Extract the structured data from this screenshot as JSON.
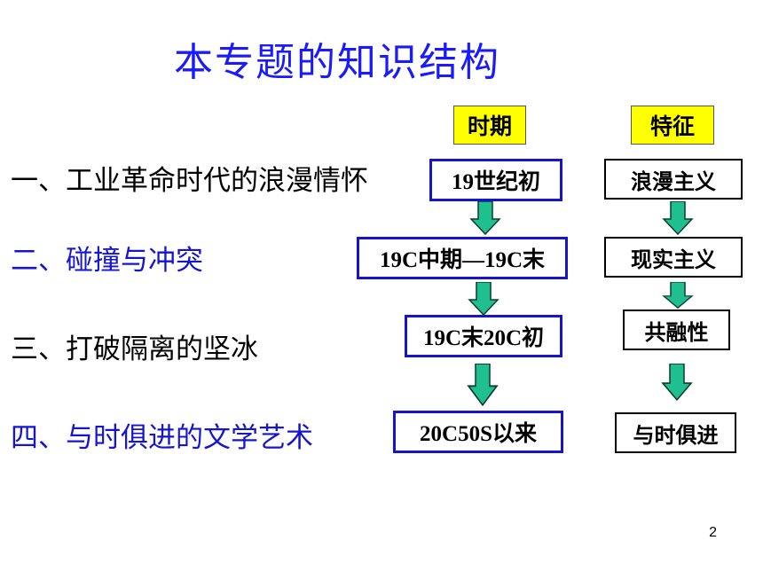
{
  "title": "本专题的知识结构",
  "headers": {
    "period": "时期",
    "feature": "特征"
  },
  "topics": [
    {
      "text": "一、工业革命时代的浪漫情怀",
      "color": "#000000"
    },
    {
      "text": "二、碰撞与冲突",
      "color": "#1515d0"
    },
    {
      "text": "三、打破隔离的坚冰",
      "color": "#000000"
    },
    {
      "text": "四、与时俱进的文学艺术",
      "color": "#1515d0"
    }
  ],
  "periods": [
    "19世纪初",
    "19C中期—19C末",
    "19C末20C初",
    "20C50S以来"
  ],
  "features": [
    "浪漫主义",
    "现实主义",
    "共融性",
    "与时俱进"
  ],
  "colors": {
    "arrow_fill": "#1fbf8f",
    "arrow_stroke": "#0a3d2c",
    "header_bg": "#ffff00",
    "box_border_blue": "#1515d0"
  },
  "page_number": "2"
}
